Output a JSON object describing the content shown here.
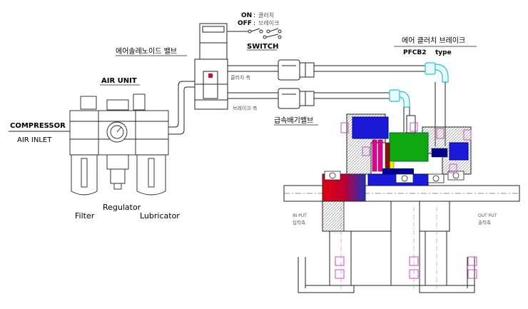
{
  "labels": {
    "switch_on": "ON",
    "switch_on_desc": "클러치",
    "switch_off": "OFF",
    "switch_off_desc": "브레이크",
    "switch_title": "SWITCH",
    "solenoid_valve": "에어솔레노이드 밸브",
    "air_unit": "AIR UNIT",
    "compressor": "COMPRESSOR",
    "air_inlet": "AIR INLET",
    "filter": "Filter",
    "regulator": "Regulator",
    "lubricator": "Lubricator",
    "clutch_side": "클러치 측",
    "brake_side": "브레이크 측",
    "quick_exhaust": "급속배기밸브",
    "product_name": "에어 클러치 브레이크",
    "model": "PFCB2",
    "model_suffix": "type",
    "input_en": "IN PUT",
    "input_kr": "입력측",
    "output_en": "OUT PUT",
    "output_kr": "출력측"
  },
  "colors": {
    "line": "#222222",
    "pink": "#d048c8",
    "blue": "#1a1ad8",
    "navy": "#000090",
    "red": "#d80010",
    "green": "#10a810",
    "cyan": "#20d0e8",
    "yellow": "#e8e800",
    "magenta": "#e000a0",
    "hatch": "#888888"
  }
}
